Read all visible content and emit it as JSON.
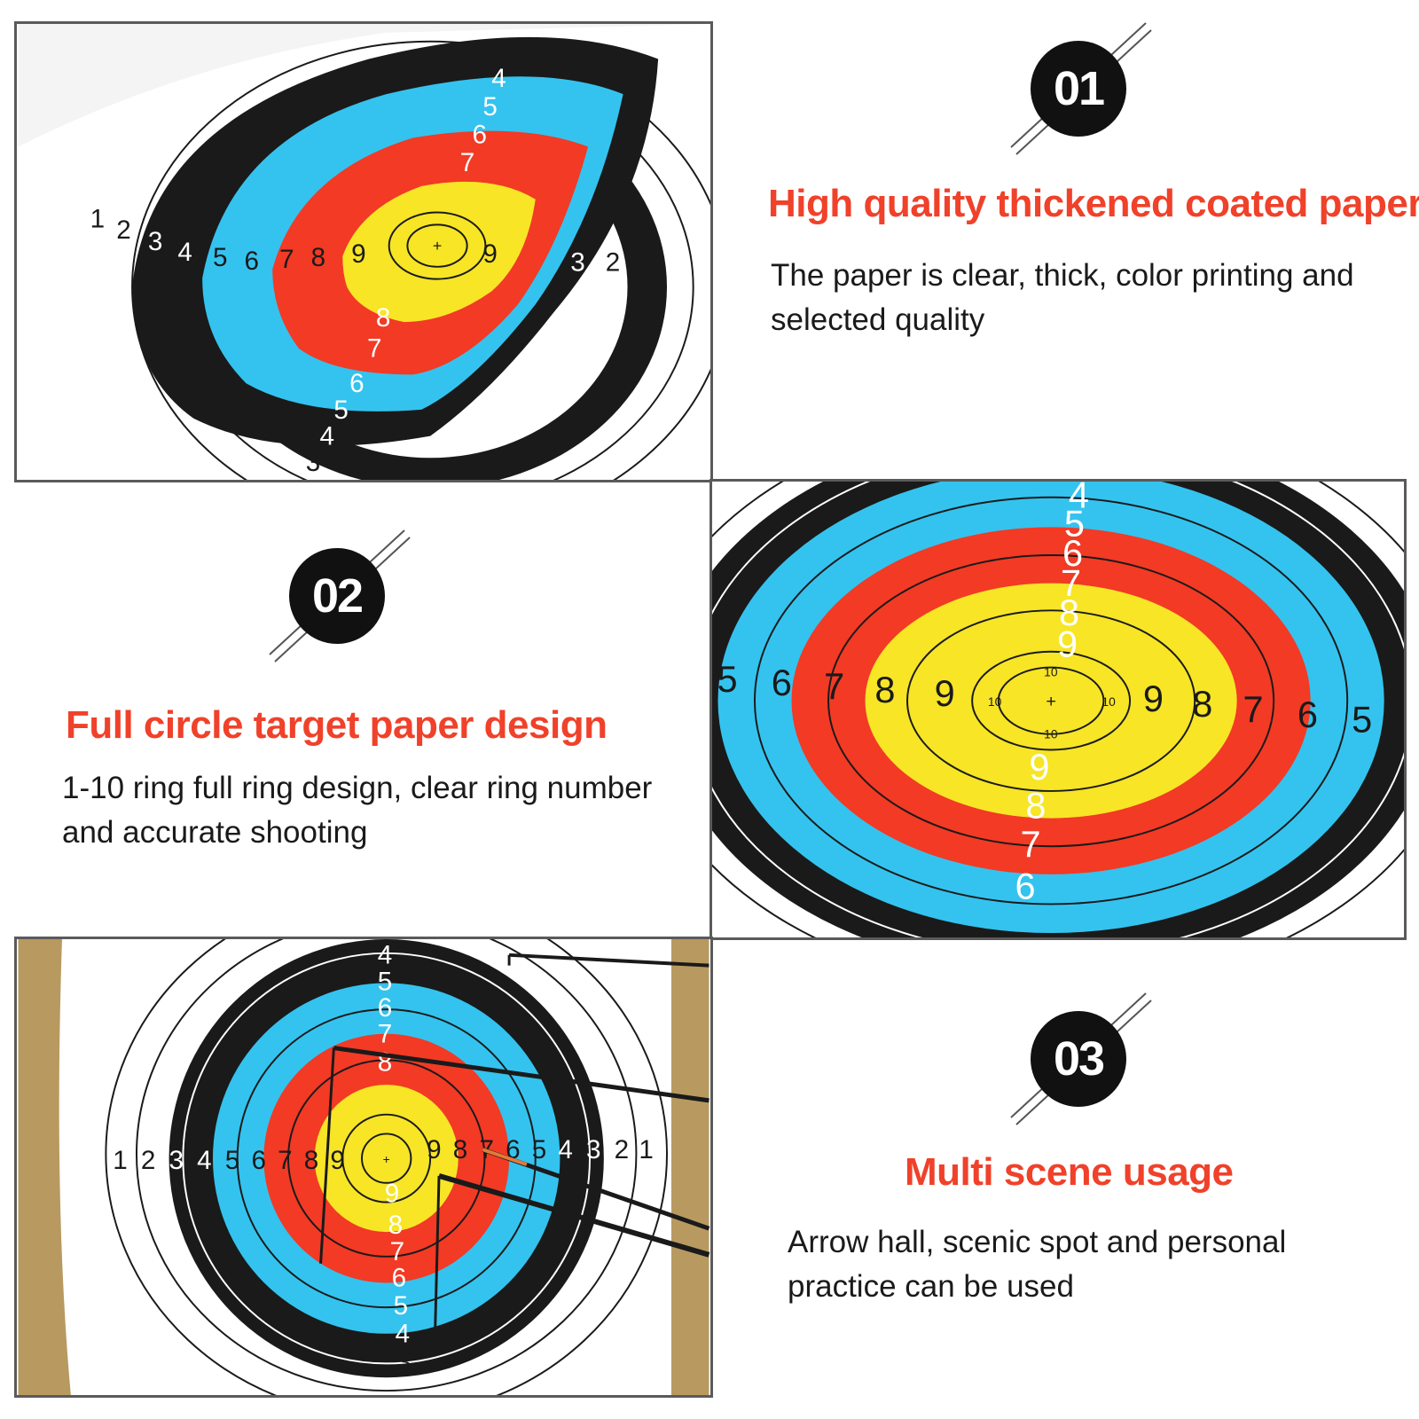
{
  "colors": {
    "black_ring": "#1a1a1a",
    "blue_ring": "#34c3ee",
    "red_ring": "#f23a25",
    "yellow_ring": "#f7e526",
    "title_red": "#f0412a",
    "badge_bg": "#111111"
  },
  "features": [
    {
      "number": "01",
      "title": "High quality thickened coated paper",
      "description": "The paper is clear, thick, color printing and selected quality"
    },
    {
      "number": "02",
      "title": "Full circle target paper design",
      "description": "1-10 ring full ring design, clear ring number and accurate shooting"
    },
    {
      "number": "03",
      "title": "Multi scene usage",
      "description": "Arrow hall, scenic spot and personal practice can be used"
    }
  ],
  "target_ring_numbers": [
    "1",
    "2",
    "3",
    "4",
    "5",
    "6",
    "7",
    "8",
    "9",
    "10"
  ],
  "icons": {
    "badge_decoration": "diagonal-lines-icon",
    "target_center": "plus-icon"
  }
}
